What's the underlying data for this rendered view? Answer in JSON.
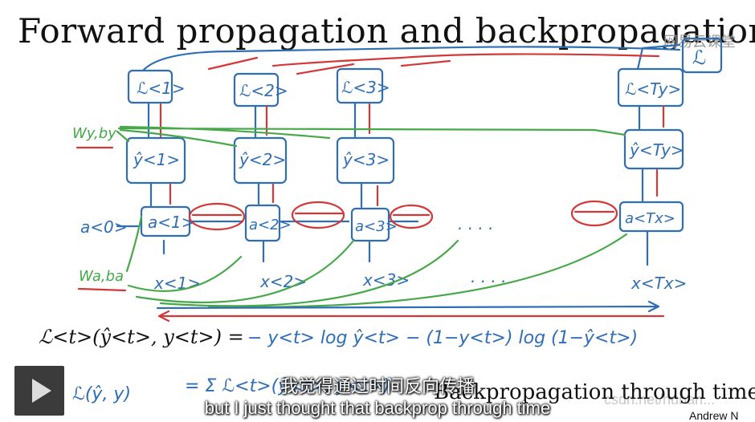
{
  "slide": {
    "title": "Forward propagation and backpropagation",
    "footer_title": "Backpropagation through time",
    "footer_author": "Andrew N",
    "watermark": "网易云课堂",
    "csdn": "csdn.net/hunan..."
  },
  "subtitles": {
    "chinese": "我觉得通过时间反向传播",
    "english": "but I just thought that backprop through time"
  },
  "diagram": {
    "losses": [
      "ℒ<1>",
      "ℒ<2>",
      "ℒ<3>",
      "ℒ<Ty>"
    ],
    "predictions": [
      "ŷ<1>",
      "ŷ<2>",
      "ŷ<3>",
      "ŷ<Ty>"
    ],
    "activations": [
      "a<1>",
      "a<2>",
      "a<3>",
      "a<Tx>"
    ],
    "inputs": [
      "x<1>",
      "x<2>",
      "x<3>",
      "x<Tx>"
    ],
    "a0": "a<0>",
    "wy_label": "Wy,by",
    "wa_label": "Wa,ba",
    "total_loss": "ℒ",
    "dots": ". . . ."
  },
  "equations": {
    "loss_def": "ℒ<t>(ŷ<t>, y<t>) =",
    "loss_rhs": "− y<t> log ŷ<t> − (1−y<t>) log (1−ŷ<t>)",
    "total_lhs": "ℒ(ŷ, y)",
    "total_rhs": "= Σ ℒ<t>(ŷ<t>, y<t>)"
  },
  "colors": {
    "blue": "#2f6eb5",
    "red": "#d23838",
    "green": "#47a84a"
  }
}
